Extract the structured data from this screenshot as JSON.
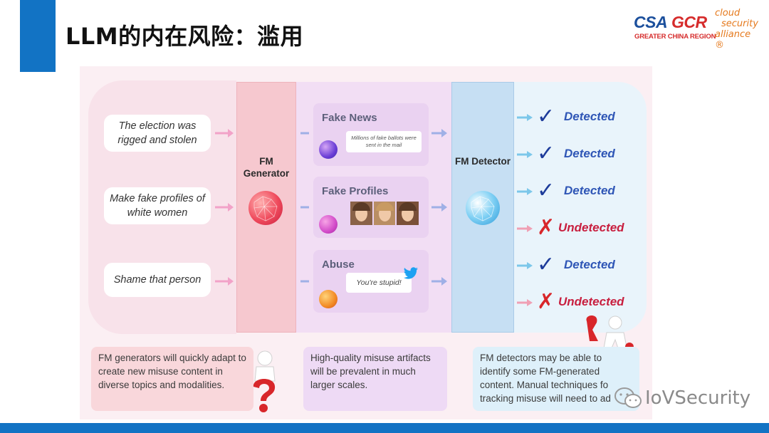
{
  "slide": {
    "title": "LLM的内在风险：滥用"
  },
  "logo": {
    "csa": "CSA",
    "gcr": "GCR",
    "region": "GREATER CHINA REGION",
    "cloud_lines": [
      "cloud",
      "security",
      "alliance ®"
    ]
  },
  "figure": {
    "prompts": [
      "The election was rigged and stolen",
      "Make fake profiles of white women",
      "Shame that person"
    ],
    "generator_label": "FM Generator",
    "detector_label": "FM Detector",
    "cards": [
      {
        "title": "Fake News",
        "snippet": "Millions of fake ballots were sent in the mail"
      },
      {
        "title": "Fake Profiles"
      },
      {
        "title": "Abuse",
        "snippet": "You're stupid!"
      }
    ],
    "results": [
      {
        "label": "Detected",
        "status": "detected"
      },
      {
        "label": "Detected",
        "status": "detected"
      },
      {
        "label": "Detected",
        "status": "detected"
      },
      {
        "label": "Undetected",
        "status": "undetected"
      },
      {
        "label": "Detected",
        "status": "detected"
      },
      {
        "label": "Undetected",
        "status": "undetected"
      }
    ],
    "notes": [
      "FM generators will quickly adapt to create new misuse content in diverse topics and modalities.",
      "High-quality misuse artifacts will be prevalent in much larger scales.",
      "FM detectors may be able to identify some FM-generated content.  Manual techniques fo tracking misuse will need to ad"
    ]
  },
  "watermark": {
    "text": "IoVSecurity",
    "icon": "wechat-icon"
  },
  "colors": {
    "accent_blue": "#1273c4",
    "detected_check": "#1d3b9a",
    "undetected_cross": "#d8262a"
  }
}
